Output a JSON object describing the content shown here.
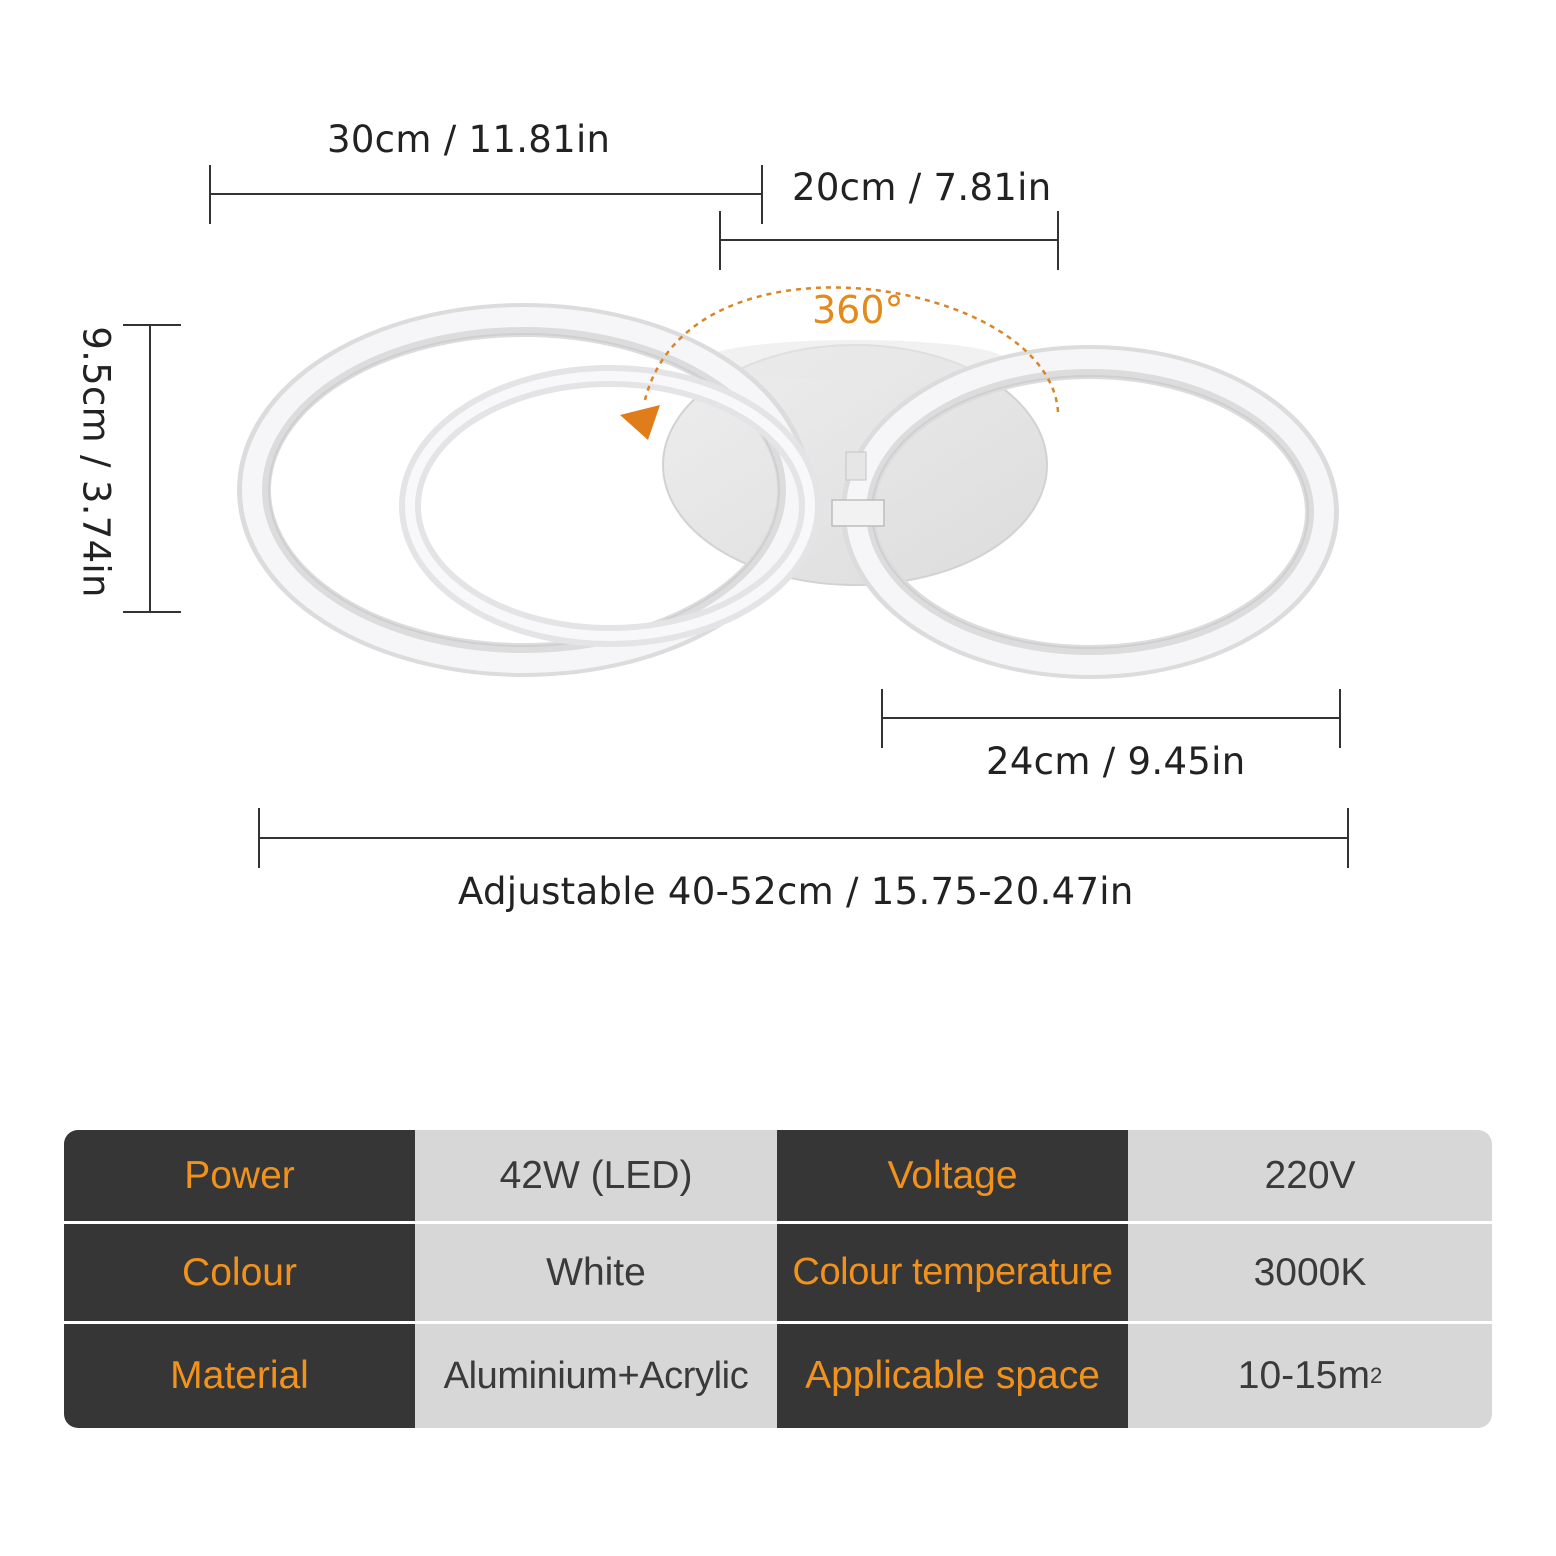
{
  "dimensions": {
    "top_left": "30cm / 11.81in",
    "top_mid": "20cm / 7.81in",
    "height": "9.5cm / 3.74in",
    "mid_right": "24cm / 9.45in",
    "bottom": "Adjustable 40-52cm / 15.75-20.47in"
  },
  "rotation": "360°",
  "colors": {
    "accent": "#f1921c",
    "key_bg": "#363636",
    "value_bg": "#d7d7d7",
    "line": "#333333"
  },
  "specs": [
    {
      "key": "Power",
      "value": "42W (LED)"
    },
    {
      "key": "Voltage",
      "value": "220V"
    },
    {
      "key": "Colour",
      "value": "White"
    },
    {
      "key": "Colour temperature",
      "value": "3000K"
    },
    {
      "key": "Material",
      "value": "Aluminium+Acrylic"
    },
    {
      "key": "Applicable space",
      "value": "10-15m",
      "value_sup": "2"
    }
  ]
}
